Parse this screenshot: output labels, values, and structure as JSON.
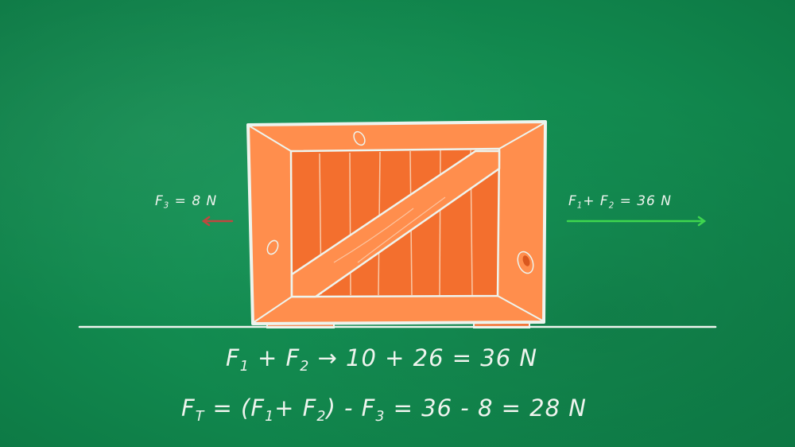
{
  "diagram": {
    "colors": {
      "board": "#128a4f",
      "crate": "#ff8e4d",
      "crate_dark": "#f36f2e",
      "chalk": "#eef4ee",
      "arrow_left": "#c0473f",
      "arrow_right": "#3fd64f"
    },
    "left_force": {
      "sym": "F",
      "sub": "3",
      "rest": "= 8 N"
    },
    "right_force": {
      "a_sym": "F",
      "a_sub": "1",
      "plus": "+",
      "b_sym": "F",
      "b_sub": "2",
      "rest": "= 36 N"
    },
    "equation1": {
      "a_sym": "F",
      "a_sub": "1",
      "plus": "+",
      "b_sym": "F",
      "b_sub": "2",
      "rest": "→ 10 + 26 = 36 N"
    },
    "equation2": {
      "t_sym": "F",
      "t_sub": "T",
      "open": "= (",
      "a_sym": "F",
      "a_sub": "1",
      "plus": "+",
      "b_sym": "F",
      "b_sub": "2",
      "mid": ") - ",
      "c_sym": "F",
      "c_sub": "3",
      "rest": "= 36 - 8 = 28 N"
    }
  }
}
